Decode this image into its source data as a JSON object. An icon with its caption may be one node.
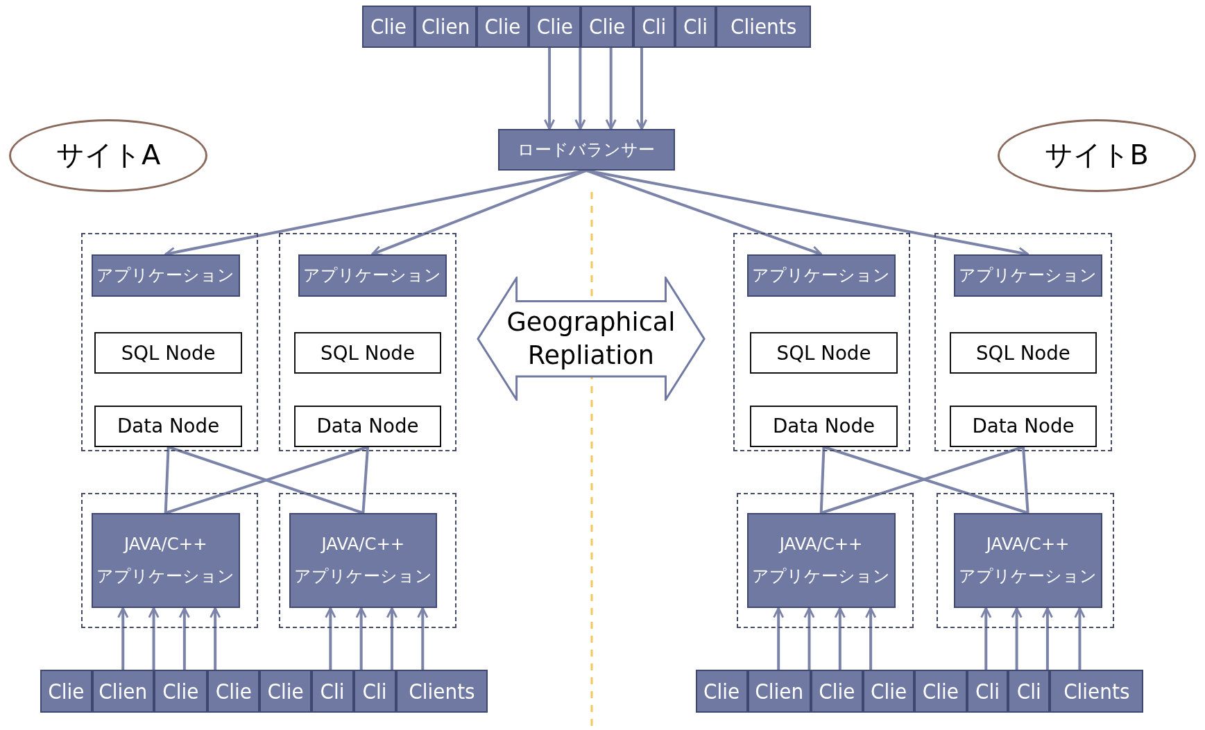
{
  "diagram": {
    "nodes": [
      {
        "text": [
          "Clie"
        ]
      },
      {
        "text": [
          "Clien"
        ]
      },
      {
        "text": [
          "Clie"
        ]
      },
      {
        "text": [
          "Clie"
        ]
      },
      {
        "text": [
          "Clie"
        ]
      },
      {
        "text": [
          "Cli"
        ]
      },
      {
        "text": [
          "Cli"
        ]
      },
      {
        "text": [
          "Clients"
        ]
      },
      {
        "text": [
          "ロードバランサー"
        ]
      },
      {
        "text": [
          "サイトA"
        ]
      },
      {
        "text": [
          "サイトB"
        ]
      },
      {
        "text": [
          "Geographical Repliation"
        ]
      },
      {
        "text": [],
        "shape": "box"
      },
      {
        "text": [
          "アプリケーション"
        ],
        "in": 12
      },
      {
        "text": [
          "SQL Node"
        ],
        "in": 12
      },
      {
        "text": [
          "Data Node"
        ],
        "in": 12
      },
      {
        "text": [],
        "shape": "box"
      },
      {
        "text": [
          "アプリケーション"
        ],
        "in": 16
      },
      {
        "text": [
          "SQL Node"
        ],
        "in": 16
      },
      {
        "text": [
          "Data Node"
        ],
        "in": 16
      },
      {
        "text": [],
        "shape": "box"
      },
      {
        "text": [
          "アプリケーション"
        ],
        "in": 20
      },
      {
        "text": [
          "SQL Node"
        ],
        "in": 20
      },
      {
        "text": [
          "Data Node"
        ],
        "in": 20
      },
      {
        "text": [],
        "shape": "box"
      },
      {
        "text": [
          "アプリケーション"
        ],
        "in": 24
      },
      {
        "text": [
          "SQL Node"
        ],
        "in": 24
      },
      {
        "text": [
          "Data Node"
        ],
        "in": 24
      },
      {
        "text": [],
        "shape": "box"
      },
      {
        "text": [
          "JAVA/C++",
          "アプリケーション"
        ],
        "in": 28
      },
      {
        "text": [],
        "shape": "box"
      },
      {
        "text": [
          "JAVA/C++",
          "アプリケーション"
        ],
        "in": 30
      },
      {
        "text": [],
        "shape": "box"
      },
      {
        "text": [
          "JAVA/C++",
          "アプリケーション"
        ],
        "in": 32
      },
      {
        "text": [],
        "shape": "box"
      },
      {
        "text": [
          "JAVA/C++",
          "アプリケーション"
        ],
        "in": 34
      },
      {
        "text": [
          "Clie"
        ]
      },
      {
        "text": [
          "Clien"
        ]
      },
      {
        "text": [
          "Clie"
        ]
      },
      {
        "text": [
          "Clie"
        ]
      },
      {
        "text": [
          "Clie"
        ]
      },
      {
        "text": [
          "Cli"
        ]
      },
      {
        "text": [
          "Cli"
        ]
      },
      {
        "text": [
          "Clients"
        ]
      },
      {
        "text": [
          "Clie"
        ]
      },
      {
        "text": [
          "Clien"
        ]
      },
      {
        "text": [
          "Clie"
        ]
      },
      {
        "text": [
          "Clie"
        ]
      },
      {
        "text": [
          "Clie"
        ]
      },
      {
        "text": [
          "Cli"
        ]
      },
      {
        "text": [
          "Cli"
        ]
      },
      {
        "text": [
          "Clients"
        ]
      }
    ],
    "edges": [
      {
        "from": 3,
        "to": 8,
        "arrow": "to"
      },
      {
        "from": 3,
        "to": 8,
        "arrow": "to"
      },
      {
        "from": 4,
        "to": 8,
        "arrow": "to"
      },
      {
        "from": 5,
        "to": 8,
        "arrow": "to"
      },
      {
        "from": 8,
        "to": 13,
        "arrow": "to"
      },
      {
        "from": 8,
        "to": 17,
        "arrow": "to"
      },
      {
        "from": 8,
        "to": 21,
        "arrow": "to"
      },
      {
        "from": 8,
        "to": 25,
        "arrow": "to"
      },
      {
        "from": 15,
        "to": 29,
        "arrow": "none"
      },
      {
        "from": 15,
        "to": 31,
        "arrow": "none"
      },
      {
        "from": 19,
        "to": 29,
        "arrow": "none"
      },
      {
        "from": 19,
        "to": 31,
        "arrow": "none"
      },
      {
        "from": 23,
        "to": 33,
        "arrow": "none"
      },
      {
        "from": 23,
        "to": 35,
        "arrow": "none"
      },
      {
        "from": 27,
        "to": 33,
        "arrow": "none"
      },
      {
        "from": 27,
        "to": 35,
        "arrow": "none"
      },
      {
        "from": 37,
        "to": 29,
        "arrow": "to"
      },
      {
        "from": 38,
        "to": 29,
        "arrow": "to"
      },
      {
        "from": 38,
        "to": 29,
        "arrow": "to"
      },
      {
        "from": 39,
        "to": 29,
        "arrow": "to"
      },
      {
        "from": 41,
        "to": 31,
        "arrow": "to"
      },
      {
        "from": 42,
        "to": 31,
        "arrow": "to"
      },
      {
        "from": 42,
        "to": 31,
        "arrow": "to"
      },
      {
        "from": 43,
        "to": 31,
        "arrow": "to"
      },
      {
        "from": 45,
        "to": 33,
        "arrow": "to"
      },
      {
        "from": 45,
        "to": 33,
        "arrow": "to"
      },
      {
        "from": 46,
        "to": 33,
        "arrow": "to"
      },
      {
        "from": 47,
        "to": 33,
        "arrow": "to"
      },
      {
        "from": 49,
        "to": 35,
        "arrow": "to"
      },
      {
        "from": 50,
        "to": 35,
        "arrow": "to"
      },
      {
        "from": 50,
        "to": 35,
        "arrow": "to"
      },
      {
        "from": 51,
        "to": 35,
        "arrow": "to"
      }
    ]
  }
}
